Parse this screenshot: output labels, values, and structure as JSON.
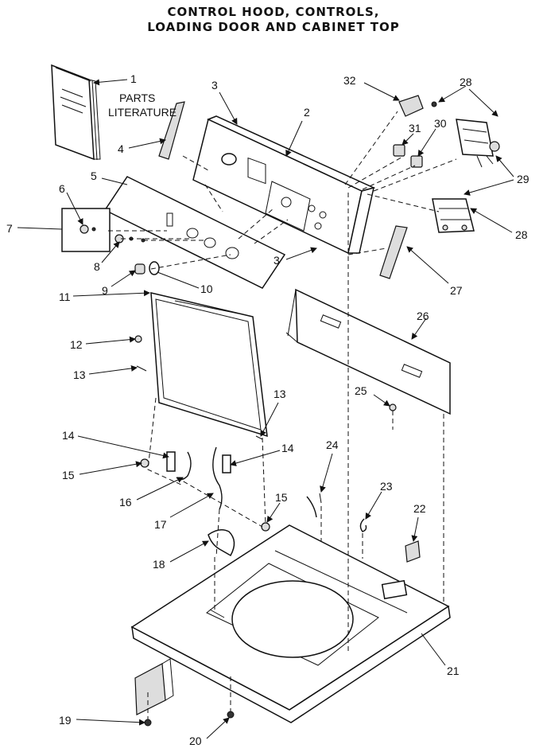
{
  "title_lines": [
    "CONTROL HOOD, CONTROLS,",
    "LOADING DOOR AND CABINET TOP"
  ],
  "literature_label": [
    "PARTS",
    "LITERATURE"
  ],
  "callouts": [
    "1",
    "2",
    "3",
    "3",
    "4",
    "5",
    "6",
    "7",
    "8",
    "9",
    "10",
    "11",
    "12",
    "13",
    "13",
    "14",
    "14",
    "15",
    "15",
    "16",
    "17",
    "18",
    "19",
    "20",
    "21",
    "22",
    "23",
    "24",
    "25",
    "26",
    "27",
    "28",
    "28",
    "29",
    "30",
    "31",
    "32"
  ]
}
